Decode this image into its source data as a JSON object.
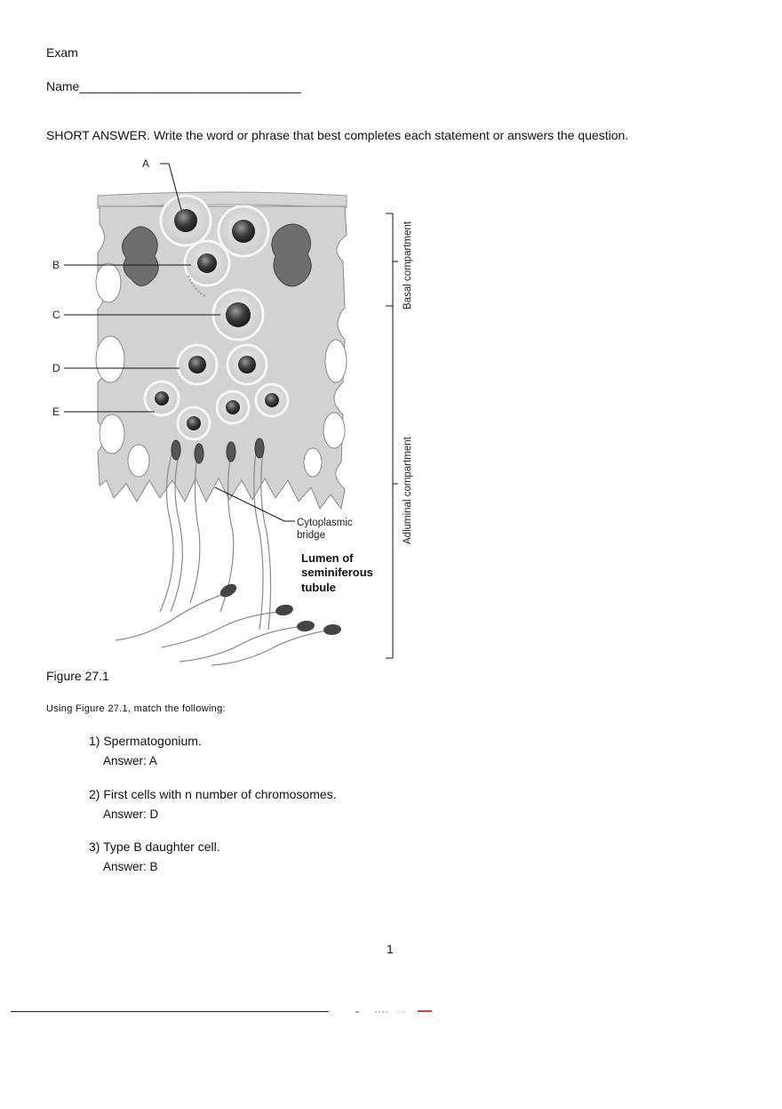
{
  "header": {
    "exam": "Exam",
    "name_line": "Name________________________________"
  },
  "section": {
    "instruction": "SHORT ANSWER.  Write the word or phrase that best completes each statement or answers the question."
  },
  "figure": {
    "callouts": {
      "a": "A",
      "b": "B",
      "c": "C",
      "d": "D",
      "e": "E"
    },
    "labels": {
      "basal": "Basal compartment",
      "adluminal": "Adluminal compartment",
      "cytoplasmic_1": "Cytoplasmic",
      "cytoplasmic_2": "bridge",
      "lumen_1": "Lumen of",
      "lumen_2": "seminiferous",
      "lumen_3": "tubule"
    },
    "caption": "Figure 27.1"
  },
  "prompt": "Using Figure 27.1, match the following:",
  "questions": [
    {
      "question": "1) Spermatogonium.",
      "answer": "Answer:  A"
    },
    {
      "question": "2) First cells with n number of chromosomes.",
      "answer": "Answer:  D"
    },
    {
      "question": "3) Type B daughter cell.",
      "answer": "Answer:  B"
    }
  ],
  "page_number": "1"
}
